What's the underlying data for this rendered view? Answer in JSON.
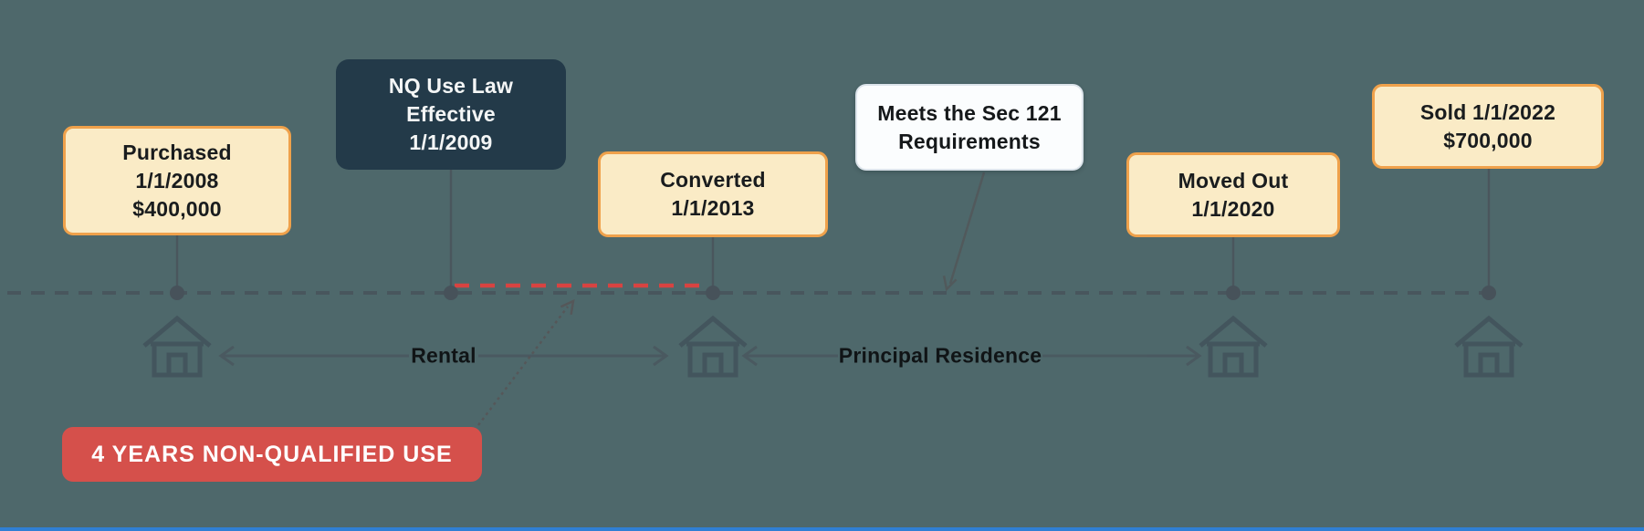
{
  "page": {
    "background_color": "#4E686B",
    "bottom_bar_color": "#2F7FD4"
  },
  "events": [
    {
      "id": "purchased",
      "style": "cream",
      "text": "Purchased\n1/1/2008\n$400,000"
    },
    {
      "id": "nq-law-effective",
      "style": "dark",
      "text": "NQ Use Law\nEffective\n1/1/2009"
    },
    {
      "id": "converted",
      "style": "cream",
      "text": "Converted\n1/1/2013"
    },
    {
      "id": "sec-121",
      "style": "white",
      "text": "Meets the Sec 121\nRequirements"
    },
    {
      "id": "moved-out",
      "style": "cream",
      "text": "Moved Out\n1/1/2020"
    },
    {
      "id": "sold",
      "style": "cream",
      "text": "Sold 1/1/2022\n$700,000"
    }
  ],
  "period_labels": {
    "rental": "Rental",
    "principal_residence": "Principal Residence"
  },
  "badge": {
    "text": "4 YEARS NON-QUALIFIED USE",
    "color": "#D5504B"
  },
  "icons": {
    "house_count": 4,
    "house_icon": "house-outline"
  },
  "colors": {
    "background": "#4E686B",
    "cream_fill": "#FAEBC6",
    "cream_border": "#EFA14B",
    "dark_box_fill": "#233A49",
    "white_box_fill": "#FBFDFE",
    "badge_red": "#D5504B",
    "red_dash": "#E0423F",
    "line_gray": "#47525A",
    "bottom_bar_blue": "#2F7FD4"
  }
}
